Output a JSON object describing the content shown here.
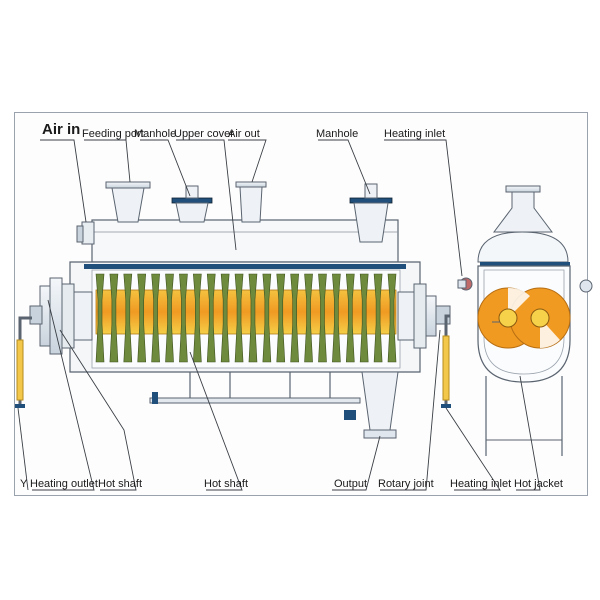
{
  "labels": {
    "air_in": "Air in",
    "feeding_port": "Feeding port",
    "manhole_left": "Manhole",
    "upper_cover": "Upper cover",
    "air_out": "Air out",
    "manhole_right": "Manhole",
    "heating_inlet_top": "Heating inlet",
    "y_mark": "Y",
    "heating_outlet": "Heating outlet",
    "hot_shaft_left": "Hot shaft",
    "hot_shaft_center": "Hot shaft",
    "output": "Output",
    "rotary_joint": "Rotary joint",
    "heating_inlet_bottom": "Heating inlet",
    "hot_jacket": "Hot jacket"
  },
  "colors": {
    "line": "#5a6470",
    "metal": "#dfe6ee",
    "jacket_blue": "#1f4f7a",
    "heat_orange": "#f0a028",
    "heat_yellow": "#f6d24a",
    "paddle_green": "#6e8a3c"
  }
}
